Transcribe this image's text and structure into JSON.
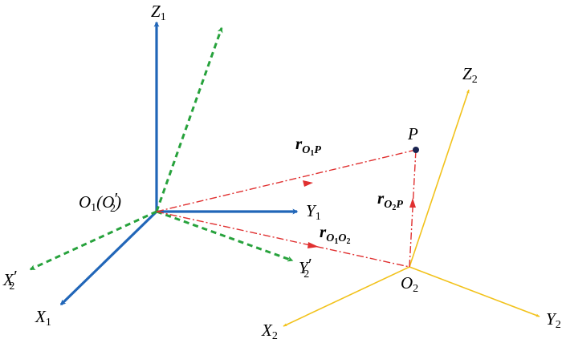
{
  "colors": {
    "frame1": "#2166b8",
    "frame1_prime": "#27a23c",
    "frame2": "#f2c21b",
    "vectors": "#e03030",
    "point": "#1a2350"
  },
  "labels": {
    "z1": {
      "main": "Z",
      "sub": "1",
      "prime": ""
    },
    "y1": {
      "main": "Y",
      "sub": "1",
      "prime": ""
    },
    "x1": {
      "main": "X",
      "sub": "1",
      "prime": ""
    },
    "x2p": {
      "main": "X",
      "sub": "2",
      "prime": "′"
    },
    "y2p": {
      "main": "Y",
      "sub": "2",
      "prime": "′"
    },
    "z2": {
      "main": "Z",
      "sub": "2",
      "prime": ""
    },
    "y2": {
      "main": "Y",
      "sub": "2",
      "prime": ""
    },
    "x2": {
      "main": "X",
      "sub": "2",
      "prime": ""
    },
    "o2": {
      "main": "O",
      "sub": "2",
      "prime": ""
    },
    "p": {
      "main": "P"
    },
    "o1": {
      "main": "O",
      "sub": "1",
      "open": "(",
      "inner": "O",
      "inner_prime": "′",
      "inner_sub": "2",
      "close": ")"
    },
    "r_o1p": {
      "main": "r",
      "sub": "O",
      "sub_n": "1",
      "sub_tail": "P"
    },
    "r_o2p": {
      "main": "r",
      "sub": "O",
      "sub_n": "2",
      "sub_tail": "P"
    },
    "r_o1o2": {
      "main": "r",
      "sub": "O",
      "sub_n": "1",
      "sub_tail": "O",
      "sub_tail_n": "2"
    }
  }
}
